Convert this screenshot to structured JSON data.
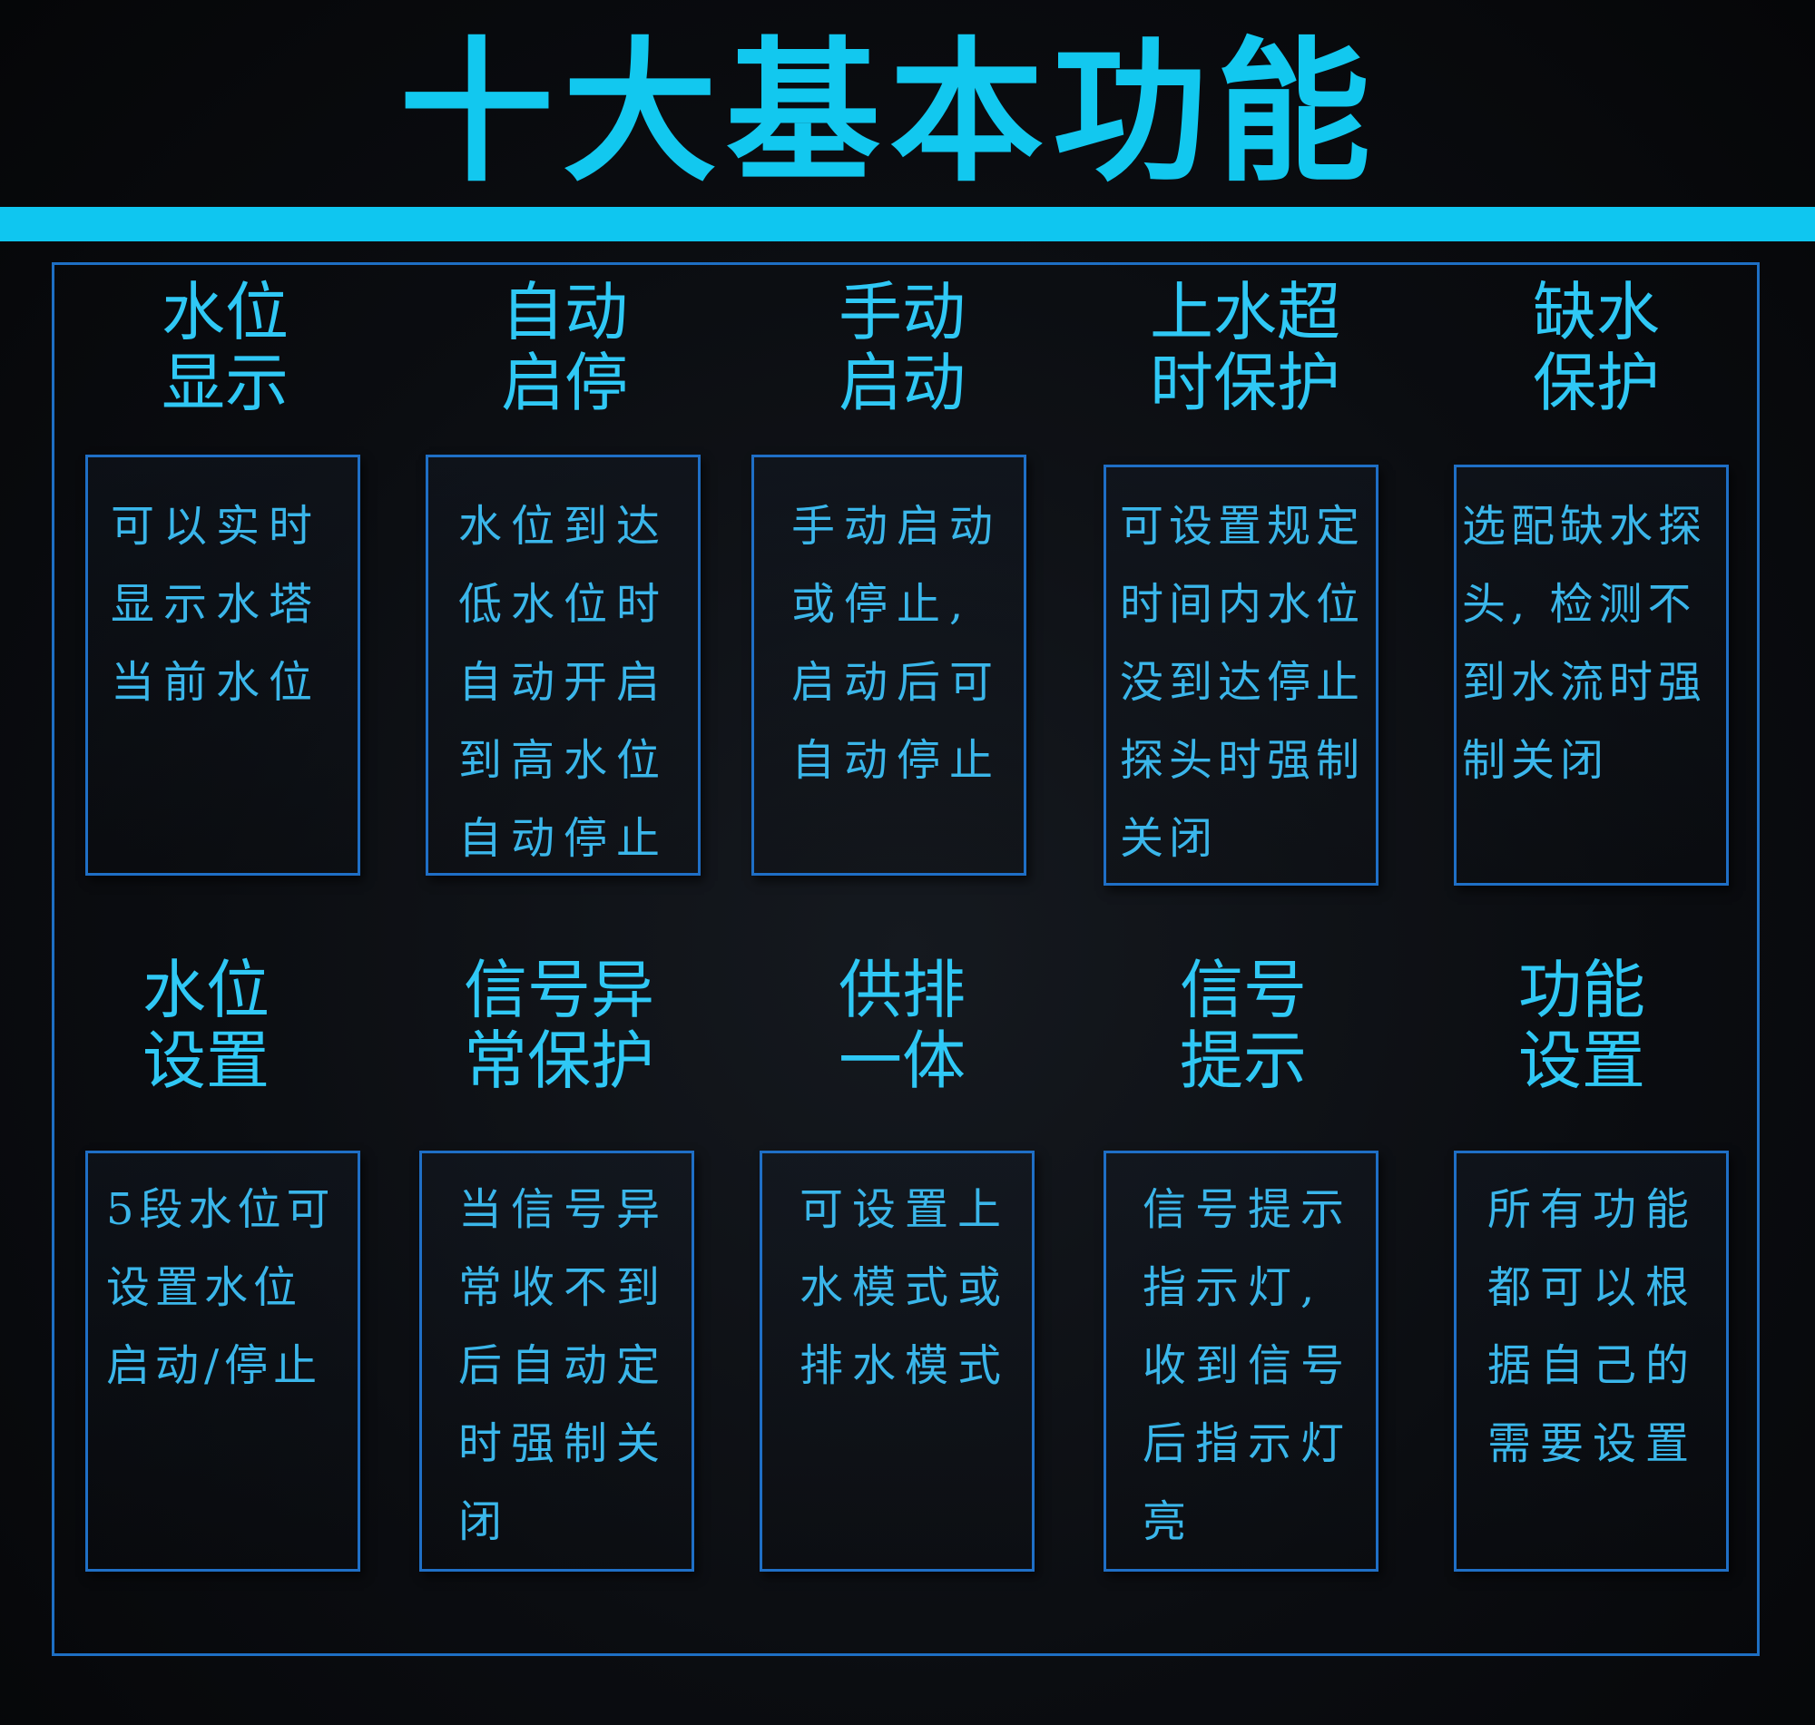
{
  "title": "十大基本功能",
  "features": [
    {
      "heading": [
        "水位",
        "显示"
      ],
      "text": "可以实时\n显示水塔\n当前水位"
    },
    {
      "heading": [
        "自动",
        "启停"
      ],
      "text": "水位到达\n低水位时\n自动开启\n到高水位\n自动停止"
    },
    {
      "heading": [
        "手动",
        "启动"
      ],
      "text": "手动启动\n或停止,\n启动后可\n自动停止"
    },
    {
      "heading": [
        "上水超",
        "时保护"
      ],
      "text": "可设置规定\n时间内水位\n没到达停止\n探头时强制\n关闭"
    },
    {
      "heading": [
        "缺水",
        "保护"
      ],
      "text": "选配缺水探\n头, 检测不\n到水流时强\n制关闭"
    },
    {
      "heading": [
        "水位",
        "设置"
      ],
      "text": "5段水位可\n设置水位\n启动/停止"
    },
    {
      "heading": [
        "信号异",
        "常保护"
      ],
      "text": "当信号异\n常收不到\n后自动定\n时强制关\n闭"
    },
    {
      "heading": [
        "供排",
        "一体"
      ],
      "text": "可设置上\n水模式或\n排水模式"
    },
    {
      "heading": [
        "信号",
        "提示"
      ],
      "text": "信号提示\n指示灯,\n收到信号\n后指示灯\n亮"
    },
    {
      "heading": [
        "功能",
        "设置"
      ],
      "text": "所有功能\n都可以根\n据自己的\n需要设置"
    }
  ]
}
